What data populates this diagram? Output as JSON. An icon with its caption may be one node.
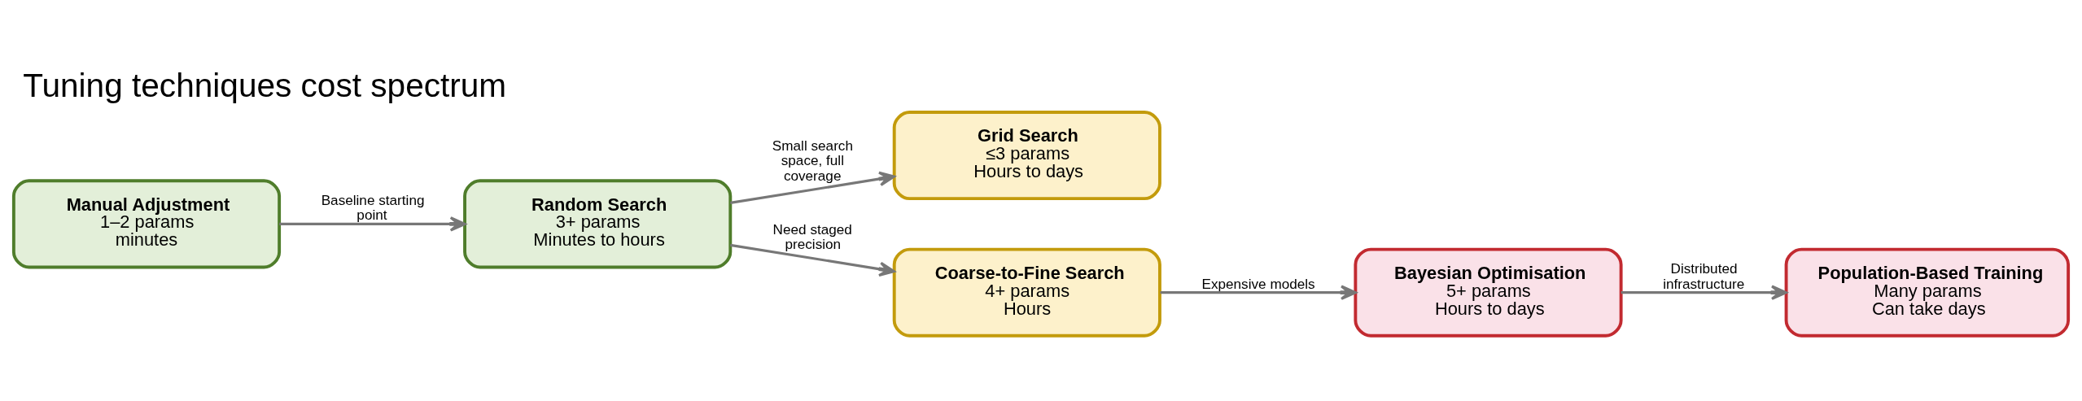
{
  "diagram": {
    "title": "Tuning techniques cost spectrum",
    "nodes": [
      {
        "text": [
          "Manual Adjustment",
          "1–2 params",
          "minutes"
        ]
      },
      {
        "text": [
          "Random Search",
          "3+ params",
          "Minutes to hours"
        ]
      },
      {
        "text": [
          "Grid Search",
          "≤3 params",
          "Hours to days"
        ]
      },
      {
        "text": [
          "Coarse-to-Fine Search",
          "4+ params",
          "Hours"
        ]
      },
      {
        "text": [
          "Bayesian Optimisation",
          "5+ params",
          "Hours to days"
        ]
      },
      {
        "text": [
          "Population-Based Training",
          "Many params",
          "Can take days"
        ]
      }
    ],
    "edges": [
      {
        "from": 0,
        "to": 1,
        "arrow": "to",
        "label": "Baseline starting point"
      },
      {
        "from": 1,
        "to": 2,
        "arrow": "to",
        "label": "Small search space, full coverage"
      },
      {
        "from": 1,
        "to": 3,
        "arrow": "to",
        "label": "Need staged precision"
      },
      {
        "from": 3,
        "to": 4,
        "arrow": "to",
        "label": "Expensive models"
      },
      {
        "from": 4,
        "to": 5,
        "arrow": "to",
        "label": "Distributed infrastructure"
      }
    ]
  }
}
